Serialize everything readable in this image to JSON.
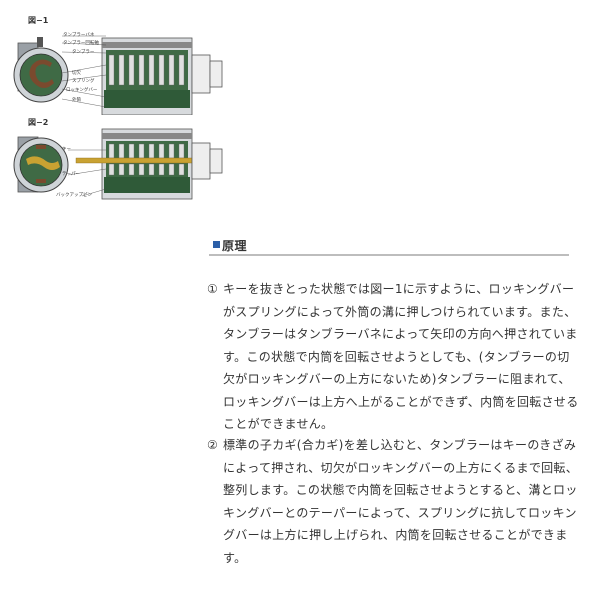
{
  "figures": [
    {
      "label": "図−1",
      "callouts": [
        "タンブラーバネ",
        "タンブラー回転軸",
        "タンブラー",
        "切欠",
        "スプリング",
        "ロッキングバー",
        "外筒"
      ]
    },
    {
      "label": "図−2",
      "callouts": [
        "キー",
        "テーパー",
        "バックアップピン"
      ]
    }
  ],
  "colors": {
    "heading_marker": "#2c5fa8",
    "rule": "#bdbdbd",
    "plug_green": "#3f6a45",
    "key_gold": "#c9a232",
    "tumbler_brown": "#7a4a2e"
  },
  "section": {
    "title": "原理"
  },
  "paragraphs": [
    {
      "num": "①",
      "text": "キーを抜きとった状態では図ー1に示すように、ロッキングバーがスプリングによって外筒の溝に押しつけられています。また、タンブラーはタンブラーバネによって矢印の方向へ押されています。この状態で内筒を回転させようとしても、(タンブラーの切欠がロッキングバーの上方にないため)タンブラーに阻まれて、ロッキングバーは上方へ上がることができず、内筒を回転させることができません。"
    },
    {
      "num": "②",
      "text": "標準の子カギ(合カギ)を差し込むと、タンブラーはキーのきざみによって押され、切欠がロッキングバーの上方にくるまで回転、整列します。この状態で内筒を回転させようとすると、溝とロッキングバーとのテーパーによって、スプリングに抗してロッキングバーは上方に押し上げられ、内筒を回転させることができます。"
    }
  ]
}
